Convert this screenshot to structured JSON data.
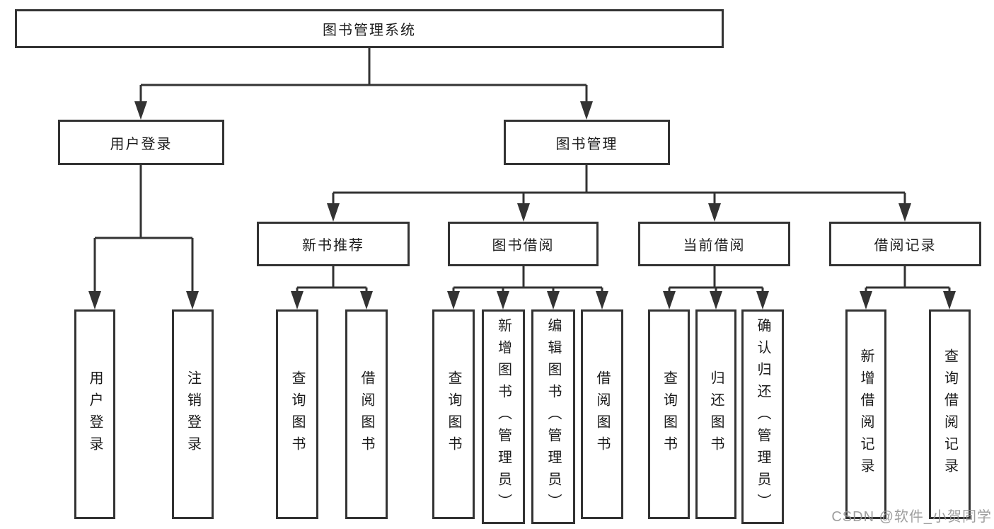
{
  "diagram": {
    "type": "tree",
    "root": {
      "label": "图书管理系统",
      "children": [
        {
          "label": "用户登录",
          "children": [
            {
              "label": "用户登录"
            },
            {
              "label": "注销登录"
            }
          ]
        },
        {
          "label": "图书管理",
          "children": [
            {
              "label": "新书推荐",
              "children": [
                {
                  "label": "查询图书"
                },
                {
                  "label": "借阅图书"
                }
              ]
            },
            {
              "label": "图书借阅",
              "children": [
                {
                  "label": "查询图书"
                },
                {
                  "label": "新增图书（管理员）"
                },
                {
                  "label": "编辑图书（管理员）"
                },
                {
                  "label": "借阅图书"
                }
              ]
            },
            {
              "label": "当前借阅",
              "children": [
                {
                  "label": "查询图书"
                },
                {
                  "label": "归还图书"
                },
                {
                  "label": "确认归还（管理员）"
                }
              ]
            },
            {
              "label": "借阅记录",
              "children": [
                {
                  "label": "新增借阅记录"
                },
                {
                  "label": "查询借阅记录"
                }
              ]
            }
          ]
        }
      ]
    },
    "colors": {
      "line": "#333333",
      "box_border": "#333333",
      "box_fill": "#ffffff",
      "text": "#1c1c1c"
    }
  },
  "watermark": {
    "text": "CSDN @软件_小贺同学",
    "color": "#949494"
  }
}
